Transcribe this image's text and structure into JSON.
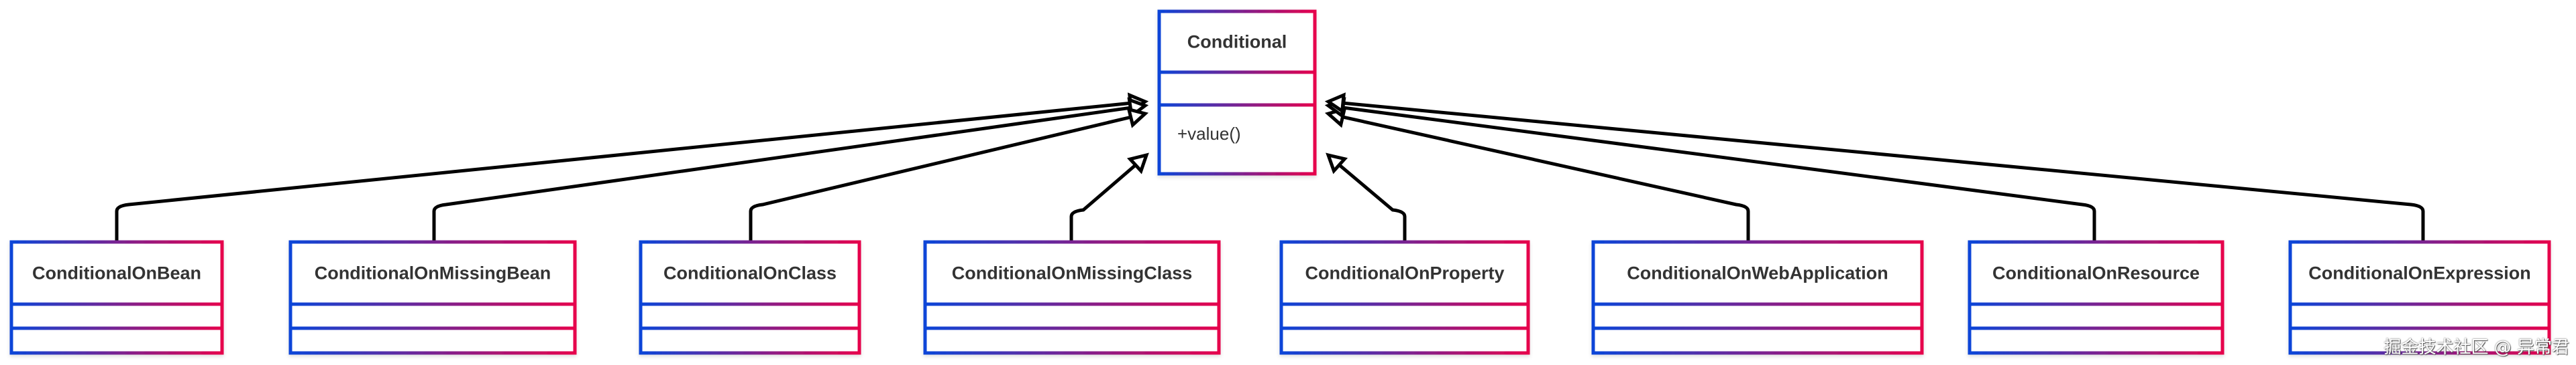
{
  "diagram": {
    "type": "uml-class-diagram",
    "colors": {
      "gradient_start": "#0a45d8",
      "gradient_end": "#e6004c",
      "edge": "#000000",
      "text": "#333333"
    },
    "parent": {
      "name": "Conditional",
      "attributes": [],
      "methods": [
        "+value()"
      ]
    },
    "children": [
      {
        "name": "ConditionalOnBean",
        "attributes": [],
        "methods": []
      },
      {
        "name": "ConditionalOnMissingBean",
        "attributes": [],
        "methods": []
      },
      {
        "name": "ConditionalOnClass",
        "attributes": [],
        "methods": []
      },
      {
        "name": "ConditionalOnMissingClass",
        "attributes": [],
        "methods": []
      },
      {
        "name": "ConditionalOnProperty",
        "attributes": [],
        "methods": []
      },
      {
        "name": "ConditionalOnWebApplication",
        "attributes": [],
        "methods": []
      },
      {
        "name": "ConditionalOnResource",
        "attributes": [],
        "methods": []
      },
      {
        "name": "ConditionalOnExpression",
        "attributes": [],
        "methods": []
      }
    ],
    "relation": "inheritance"
  },
  "watermark": "掘金技术社区 @ 异常君"
}
